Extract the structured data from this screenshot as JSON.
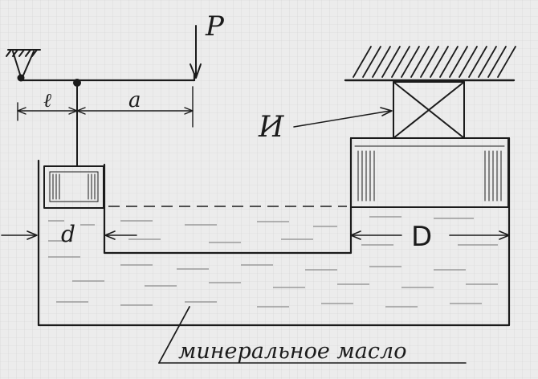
{
  "labels": {
    "force": "P",
    "lever_left": "ℓ",
    "lever_right": "a",
    "indicator": "И",
    "small_piston": "d",
    "large_piston": "D",
    "fluid": "минеральное масло"
  },
  "colors": {
    "paper": "#ececec",
    "grid": "#cfcfcf",
    "ink": "#1b1b1b"
  }
}
